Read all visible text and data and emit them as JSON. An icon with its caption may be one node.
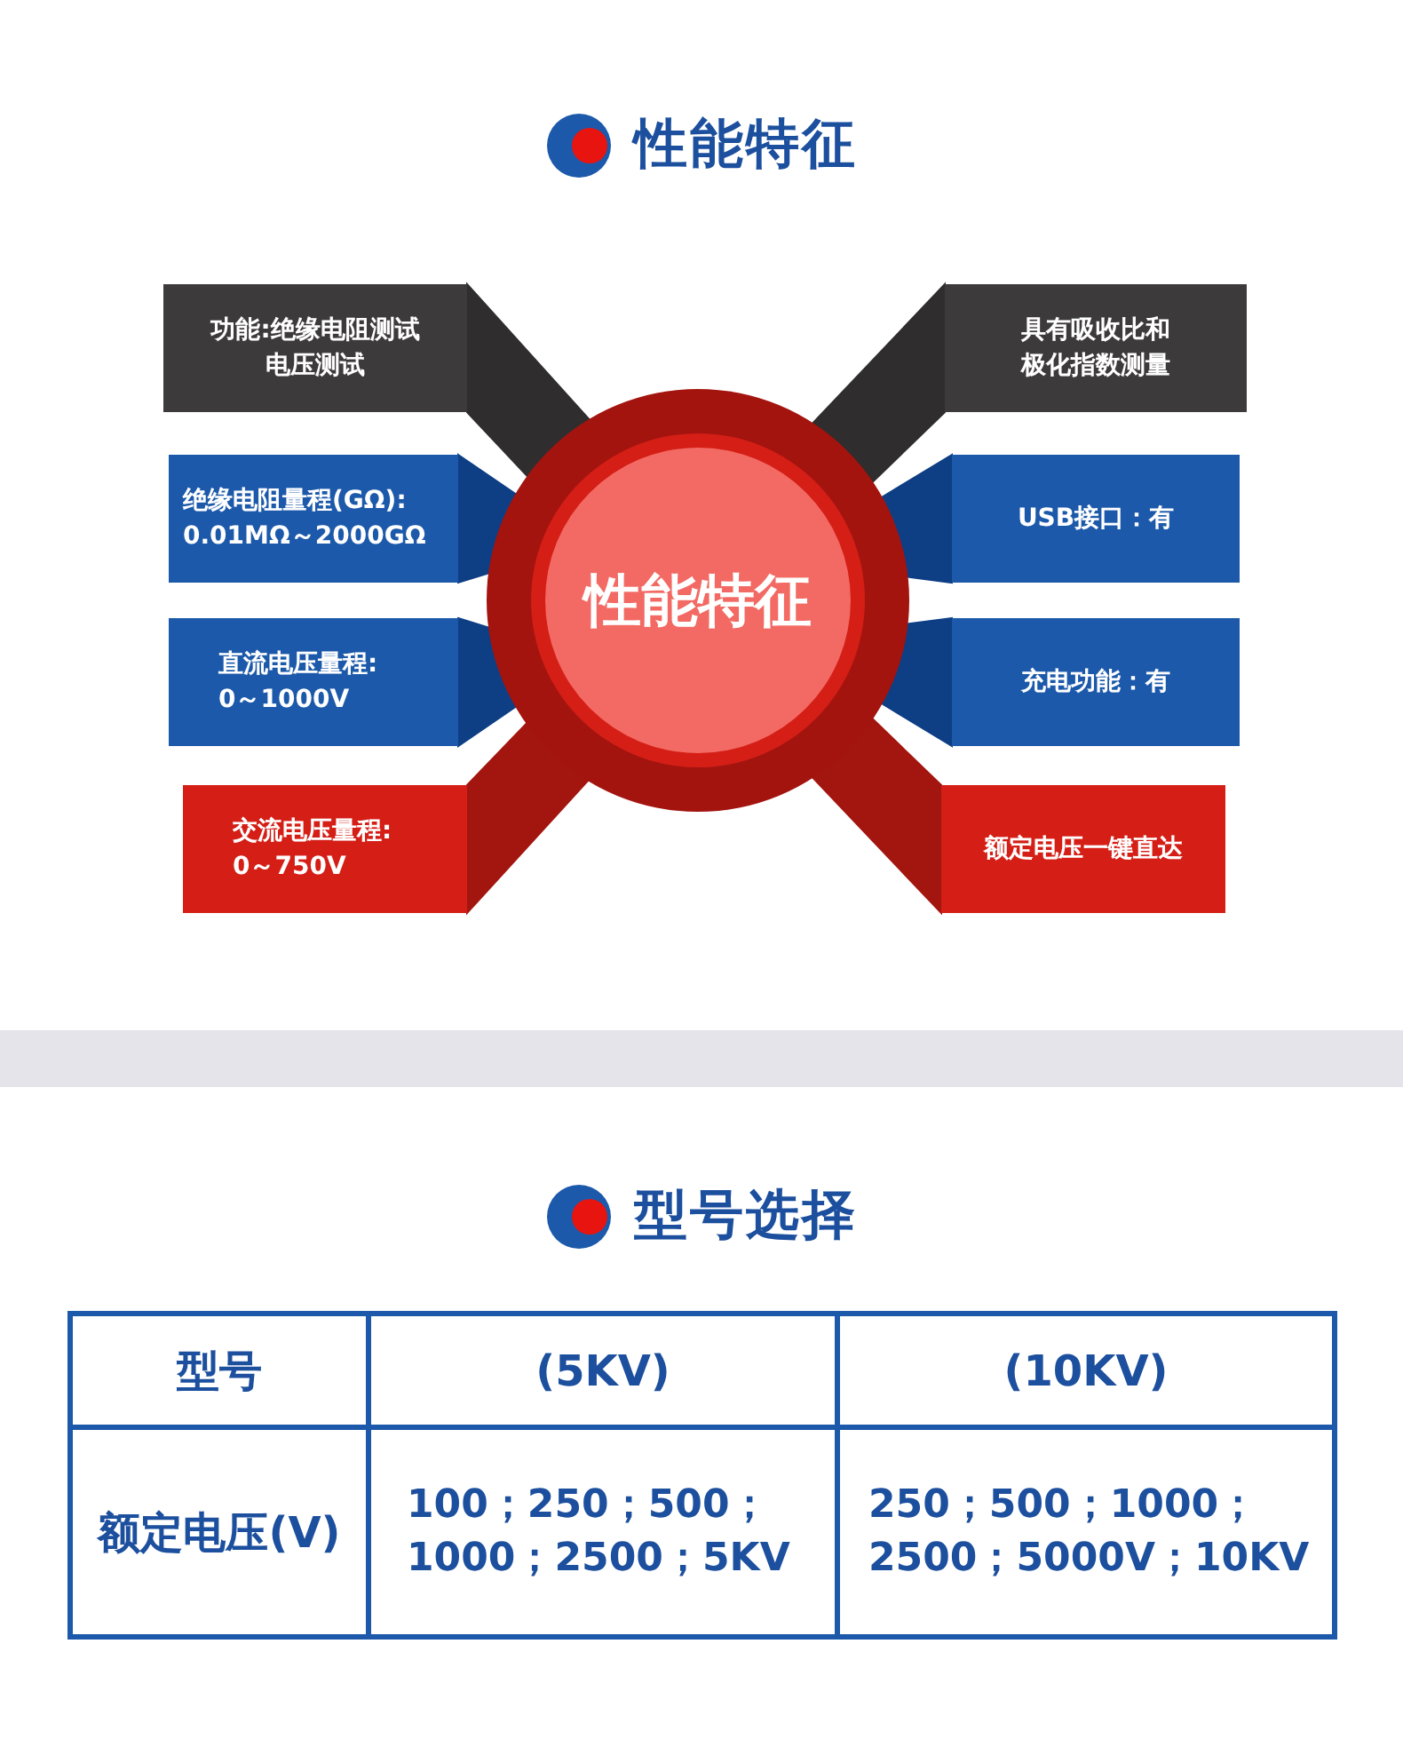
{
  "diagram": {
    "title": "性能特征",
    "nodes": [
      {
        "text": [
          "性能特征"
        ]
      },
      {
        "text": [
          "功能:绝缘电阻测试电压测试"
        ]
      },
      {
        "text": [
          "绝缘电阻量程(GΩ): 0.01MΩ～2000GΩ"
        ]
      },
      {
        "text": [
          "直流电压量程: 0～1000V"
        ]
      },
      {
        "text": [
          "交流电压量程: 0～750V"
        ]
      },
      {
        "text": [
          "具有吸收比和极化指数测量"
        ]
      },
      {
        "text": [
          "USB接口：有"
        ]
      },
      {
        "text": [
          "充电功能：有"
        ]
      },
      {
        "text": [
          "额定电压一键直达"
        ]
      },
      {
        "text": [],
        "shape": "bar"
      }
    ],
    "edges": [
      {
        "from": 0,
        "to": 1,
        "arrow": "none",
        "color": "#2f2d2e"
      },
      {
        "from": 0,
        "to": 2,
        "arrow": "none"
      },
      {
        "from": 0,
        "to": 3,
        "arrow": "none"
      },
      {
        "from": 0,
        "to": 4,
        "arrow": "none",
        "color": "#a3160f"
      },
      {
        "from": 0,
        "to": 5,
        "arrow": "none",
        "color": "#2f2d2e"
      },
      {
        "from": 0,
        "to": 6,
        "arrow": "none"
      },
      {
        "from": 0,
        "to": 7,
        "arrow": "none"
      },
      {
        "from": 0,
        "to": 8,
        "arrow": "none",
        "color": "#a3160f"
      }
    ],
    "labels": [
      "型号选择",
      "型号",
      "(5KV)",
      "(10KV)",
      "额定电压(V)",
      "100；250；500；1000；2500；5KV",
      "250；500；1000；2500；5000V；10KV"
    ]
  }
}
